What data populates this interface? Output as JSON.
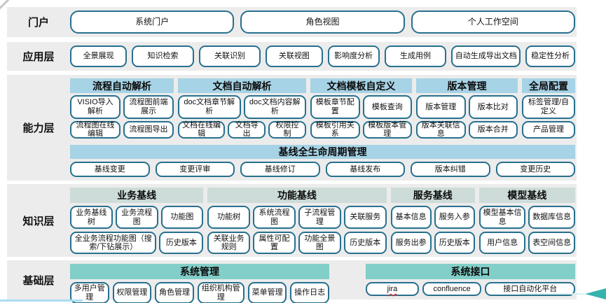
{
  "colors": {
    "band_background": "#ececec",
    "box_border": "#27708e",
    "header_light_blue": "#a6d3e5",
    "header_pale_teal": "#cddcd9",
    "header_teal": "#82cec8",
    "spellcheck_underline_red": "#e03131",
    "accent_line_blue": "#a9dcf1",
    "arrow_teal": "#35b3ae"
  },
  "portal": {
    "label": "门户",
    "buttons": [
      "系统门户",
      "角色视图",
      "个人工作空间"
    ]
  },
  "application": {
    "label": "应用层",
    "buttons": [
      "全景展现",
      "知识检索",
      "关联识别",
      "关联视图",
      "影响度分析",
      "生成用例",
      "自动生成导出文档",
      "稳定性分析"
    ]
  },
  "capability": {
    "label": "能力层",
    "groups": [
      {
        "header": "流程自动解析",
        "rows": [
          [
            "VISIO导入解析",
            "流程图前端展示"
          ],
          [
            "流程图在线编辑",
            "流程图导出"
          ]
        ]
      },
      {
        "header": "文档自动解析",
        "rows": [
          [
            "doc文档章节解析",
            "doc文档内容解析"
          ],
          [
            "文档在线编辑",
            "文档导出",
            "权限控制"
          ]
        ]
      },
      {
        "header": "文档模板自定义",
        "rows": [
          [
            "模板章节配置",
            "模板查询"
          ],
          [
            "模板引用关系",
            "模板版本管理"
          ]
        ]
      },
      {
        "header": "版本管理",
        "rows": [
          [
            "版本管理",
            "版本比对"
          ],
          [
            "版本关联信息",
            "版本合并"
          ]
        ]
      },
      {
        "header": "全局配置",
        "rows": [
          [
            "标签管理/自定义"
          ],
          [
            "产品管理"
          ]
        ]
      }
    ],
    "baseline": {
      "header": "基线全生命周期管理",
      "buttons": [
        "基线变更",
        "变更评审",
        "基线修订",
        "基线发布",
        "版本纠错",
        "变更历史"
      ]
    }
  },
  "knowledge": {
    "label": "知识层",
    "groups": [
      {
        "header": "业务基线",
        "rows": [
          [
            "业务基线树",
            "业务流程图",
            "功能图"
          ],
          [
            "全业务流程功能图（搜索/下钻展示）",
            "历史版本"
          ]
        ]
      },
      {
        "header": "功能基线",
        "rows": [
          [
            "功能树",
            "系统流程图",
            "子流程管理",
            "关联服务"
          ],
          [
            "关联业务规则",
            "属性可配置",
            "功能全景图",
            "历史版本"
          ]
        ]
      },
      {
        "header": "服务基线",
        "rows": [
          [
            "基本信息",
            "服务入参"
          ],
          [
            "服务出参",
            "历史版本"
          ]
        ]
      },
      {
        "header": "模型基线",
        "rows": [
          [
            "模型基本信息",
            "数据库信息"
          ],
          [
            "用户信息",
            "表空间信息"
          ]
        ]
      }
    ]
  },
  "foundation": {
    "label": "基础层",
    "groups": [
      {
        "header": "系统管理",
        "buttons": [
          "多用户管理",
          "权限管理",
          "角色管理",
          "组织机构管理",
          "菜单管理",
          "操作日志"
        ]
      },
      {
        "header": "系统接口",
        "buttons": [
          "jira",
          "confluence",
          "接口自动化平台"
        ]
      }
    ]
  }
}
